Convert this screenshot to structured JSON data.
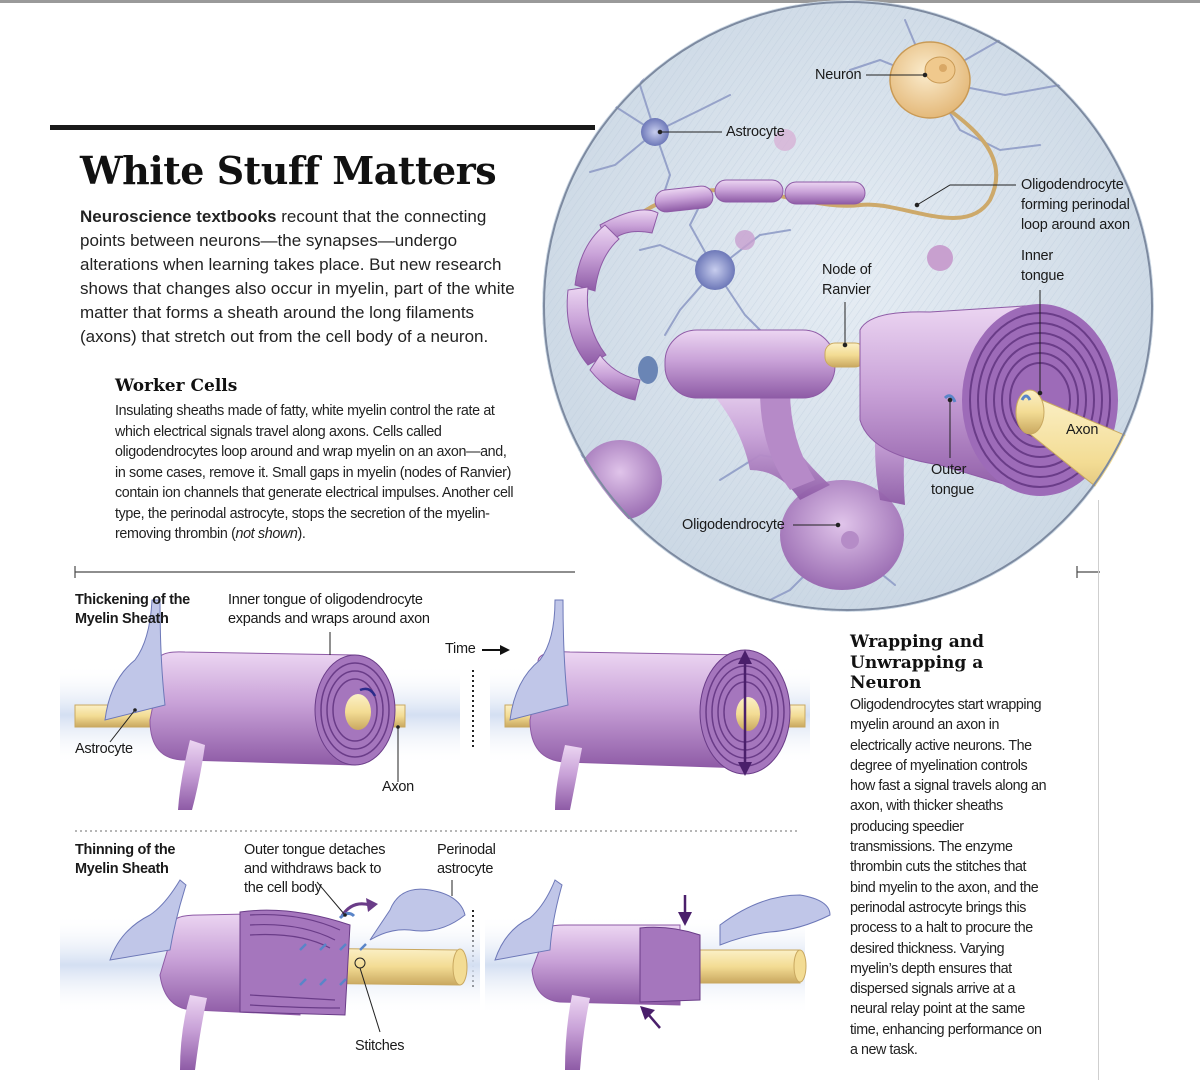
{
  "title": "White Stuff Matters",
  "intro": {
    "lead": "Neuroscience textbooks",
    "text": " recount that the connecting points between neurons—the synapses—undergo alterations when learning takes place. But new research shows that changes also occur in myelin, part of the white matter that forms a sheath around the long filaments (axons) that stretch out from the cell body of a neuron."
  },
  "worker_cells": {
    "title": "Worker Cells",
    "text": "Insulating sheaths made of fatty, white myelin control the rate at which electrical signals travel along axons. Cells called oligodendrocytes loop around and wrap myelin on an axon—and, in some cases, remove it. Small gaps in myelin (nodes of Ranvier) contain ion channels that generate electrical impulses. Another cell type, the perinodal astrocyte, stops the secretion of the myelin-removing thrombin (",
    "text_italic": "not shown",
    "text_end": ")."
  },
  "circle_labels": {
    "neuron": "Neuron",
    "astrocyte": "Astrocyte",
    "oligo_forming": "Oligodendrocyte forming perinodal loop around axon",
    "node_of_ranvier": "Node of Ranvier",
    "inner_tongue": "Inner tongue",
    "axon": "Axon",
    "outer_tongue": "Outer tongue",
    "oligodendrocyte": "Oligodendrocyte"
  },
  "thickening": {
    "title": "Thickening of the Myelin Sheath",
    "inner_tongue_label": "Inner tongue of oligodendrocyte expands and wraps around axon",
    "time_label": "Time",
    "astrocyte_label": "Astrocyte",
    "axon_label": "Axon"
  },
  "thinning": {
    "title": "Thinning of the Myelin Sheath",
    "outer_tongue_label": "Outer tongue detaches and withdraws back to the cell body",
    "perinodal_label": "Perinodal astrocyte",
    "stitches_label": "Stitches"
  },
  "wrapping": {
    "title": "Wrapping and Unwrapping a Neuron",
    "text": "Oligodendrocytes start wrapping myelin around an axon in electrically active neurons. The degree of myelination controls how fast a signal travels along an axon, with thicker sheaths producing speedier transmissions. The enzyme thrombin cuts the stitches that bind myelin to the axon, and the perinodal astrocyte brings this process to a halt to procure the desired thickness. Varying myelin’s depth ensures that dispersed signals arrive at a neural relay point at the same time, enhancing performance on a new task."
  },
  "colors": {
    "myelin": "#c9a2d8",
    "myelin_dark": "#8e5ba6",
    "axon": "#f3dc94",
    "astrocyte": "#a9b3da",
    "circle_bg": "#d9e4ee",
    "neuron": "#f2d9a8"
  }
}
